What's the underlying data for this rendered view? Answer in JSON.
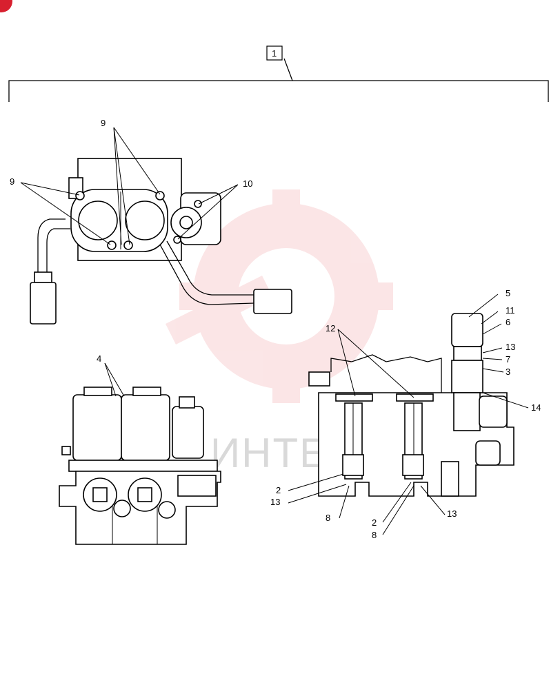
{
  "title_callout": "1",
  "watermark": {
    "text": "ИНТЕХ",
    "color": "#f4b6b9"
  },
  "callouts": {
    "c9a": "9",
    "c9b": "9",
    "c10": "10",
    "c4": "4",
    "c5": "5",
    "c11": "11",
    "c6": "6",
    "c13a": "13",
    "c7": "7",
    "c3": "3",
    "c12": "12",
    "c14": "14",
    "c2a": "2",
    "c13b": "13",
    "c8a": "8",
    "c2b": "2",
    "c8b": "8",
    "c13c": "13"
  },
  "colors": {
    "line": "#000000",
    "corner_badge": "#d8202f"
  }
}
